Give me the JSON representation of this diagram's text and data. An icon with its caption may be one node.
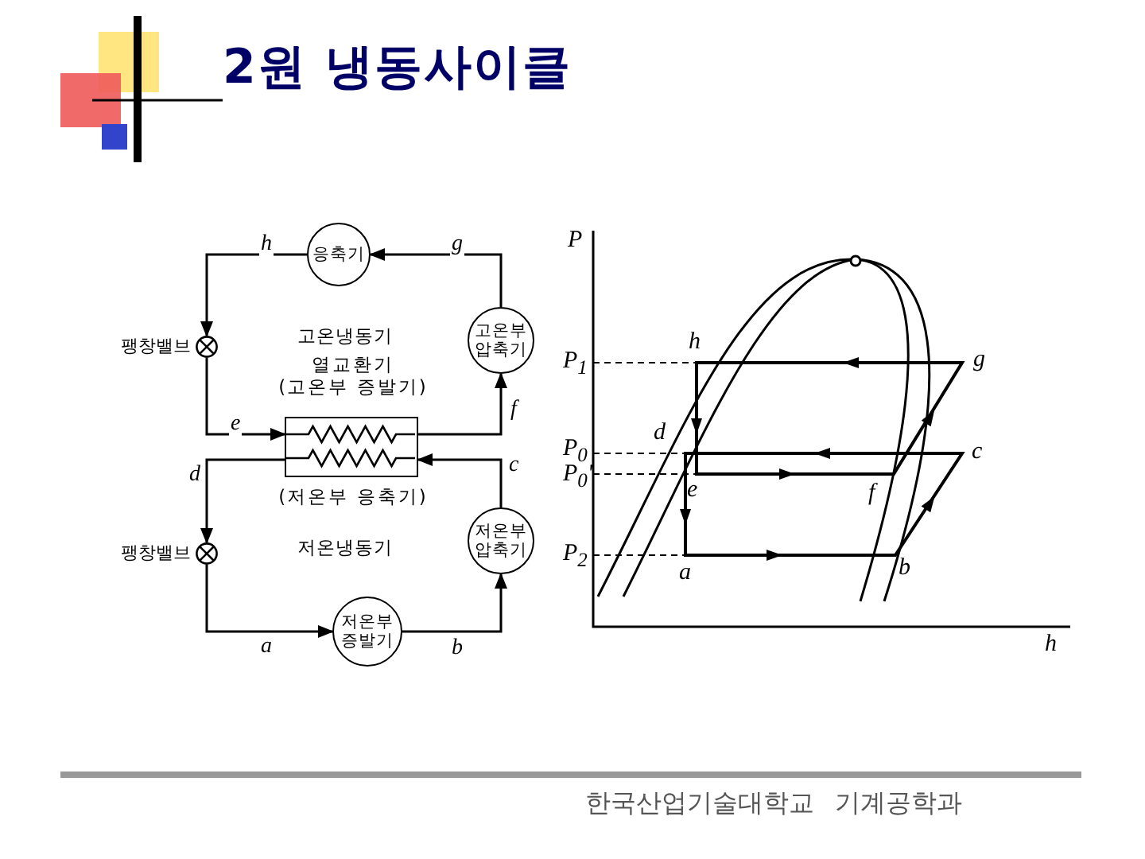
{
  "diagram": {
    "title": "2원 냉동사이클",
    "nodes": [
      {
        "text": [
          "응축기"
        ]
      },
      {
        "text": [
          "고온부 압축기"
        ]
      },
      {
        "text": [
          "팽창밸브"
        ]
      },
      {
        "text": [
          "열교환기",
          "(고온부 증발기)",
          "(저온부 응축기)"
        ]
      },
      {
        "text": [
          "저온부 압축기"
        ]
      },
      {
        "text": [
          "팽창밸브"
        ]
      },
      {
        "text": [
          "저온부 증발기"
        ]
      }
    ],
    "edges": [
      {
        "from": 0,
        "to": 2,
        "arrow": "to",
        "label": "h"
      },
      {
        "from": 2,
        "to": 3,
        "arrow": "to",
        "label": "e"
      },
      {
        "from": 3,
        "to": 1,
        "arrow": "to",
        "label": "f"
      },
      {
        "from": 1,
        "to": 0,
        "arrow": "to",
        "label": "g"
      },
      {
        "from": 4,
        "to": 3,
        "arrow": "to",
        "label": "c"
      },
      {
        "from": 3,
        "to": 5,
        "arrow": "to",
        "label": "d"
      },
      {
        "from": 5,
        "to": 6,
        "arrow": "to",
        "label": "a"
      },
      {
        "from": 6,
        "to": 4,
        "arrow": "to",
        "label": "b"
      }
    ],
    "labels": [
      "고온냉동기",
      "저온냉동기",
      "P",
      "P$_{1}$",
      "h",
      "g",
      "P$_{0}$",
      "d",
      "c",
      "P$_{0}$'",
      "e",
      "f",
      "P$_{2}$",
      "a",
      "b",
      "h",
      "한국산업기술대학교 기계공학과"
    ]
  }
}
